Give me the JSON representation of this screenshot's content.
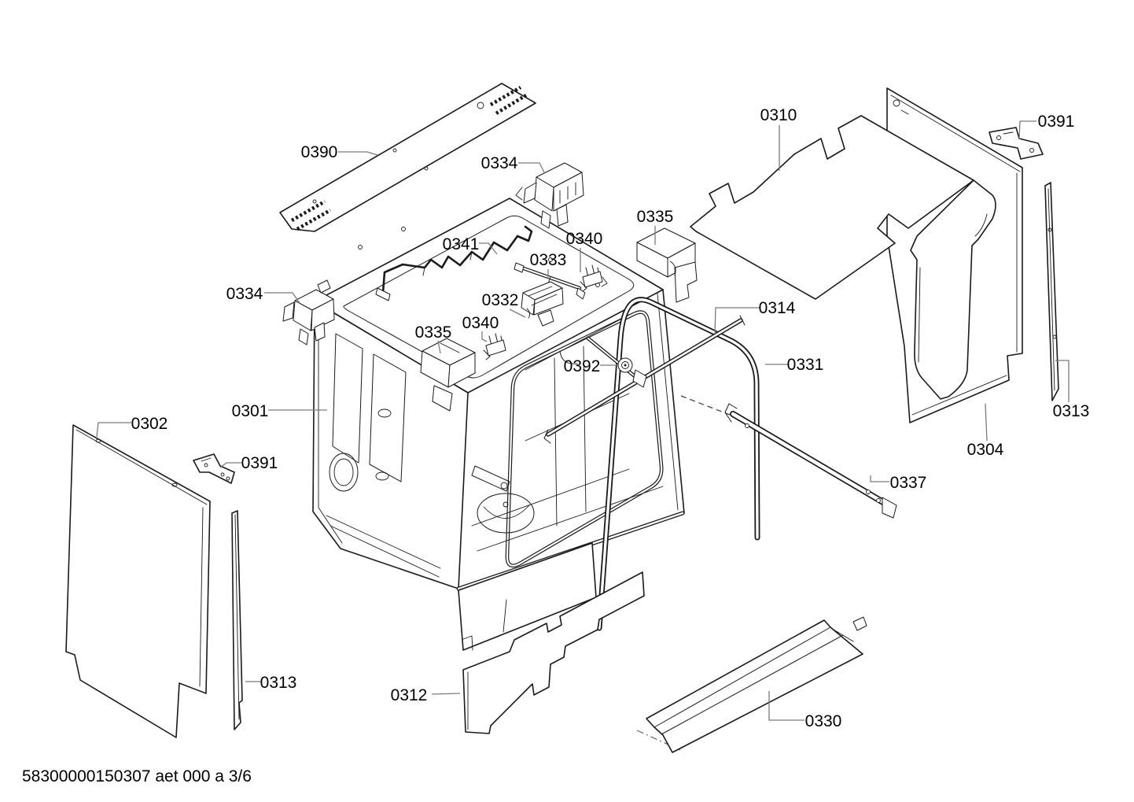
{
  "footer": {
    "code": "58300000150307 aet 000 a 3/6"
  },
  "callouts": [
    {
      "number": "0390"
    },
    {
      "number": "0334"
    },
    {
      "number": "0310"
    },
    {
      "number": "0391"
    },
    {
      "number": "0335"
    },
    {
      "number": "0340"
    },
    {
      "number": "0341"
    },
    {
      "number": "0333"
    },
    {
      "number": "0332"
    },
    {
      "number": "0334"
    },
    {
      "number": "0340"
    },
    {
      "number": "0335"
    },
    {
      "number": "0314"
    },
    {
      "number": "0331"
    },
    {
      "number": "0392"
    },
    {
      "number": "0302"
    },
    {
      "number": "0301"
    },
    {
      "number": "0391"
    },
    {
      "number": "0313"
    },
    {
      "number": "0304"
    },
    {
      "number": "0337"
    },
    {
      "number": "0313"
    },
    {
      "number": "0312"
    },
    {
      "number": "0330"
    }
  ]
}
